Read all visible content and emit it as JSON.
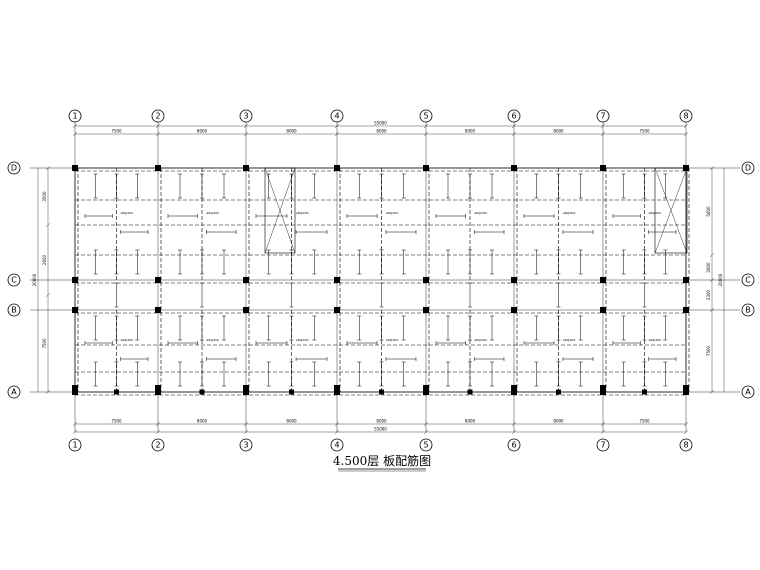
{
  "title": "4.500层 板配筋图",
  "x_axes": [
    "1",
    "2",
    "3",
    "4",
    "5",
    "6",
    "7",
    "8"
  ],
  "y_axes": [
    "D",
    "C",
    "B",
    "A"
  ],
  "top_spans": [
    "7500",
    "8000",
    "8000",
    "8000",
    "8000",
    "8000",
    "7500"
  ],
  "top_total": "55000",
  "bottom_spans": [
    "7500",
    "8000",
    "8000",
    "8000",
    "8000",
    "8000",
    "7500"
  ],
  "bottom_total": "55000",
  "left_spans": [
    "3500",
    "2600",
    "7500"
  ],
  "left_total": "20000",
  "right_spans": [
    "5600",
    "2600",
    "2300",
    "7500"
  ],
  "right_total": "20000",
  "rebar_label": "⌀8@200",
  "colors": {
    "line": "#000000",
    "background": "#ffffff"
  }
}
